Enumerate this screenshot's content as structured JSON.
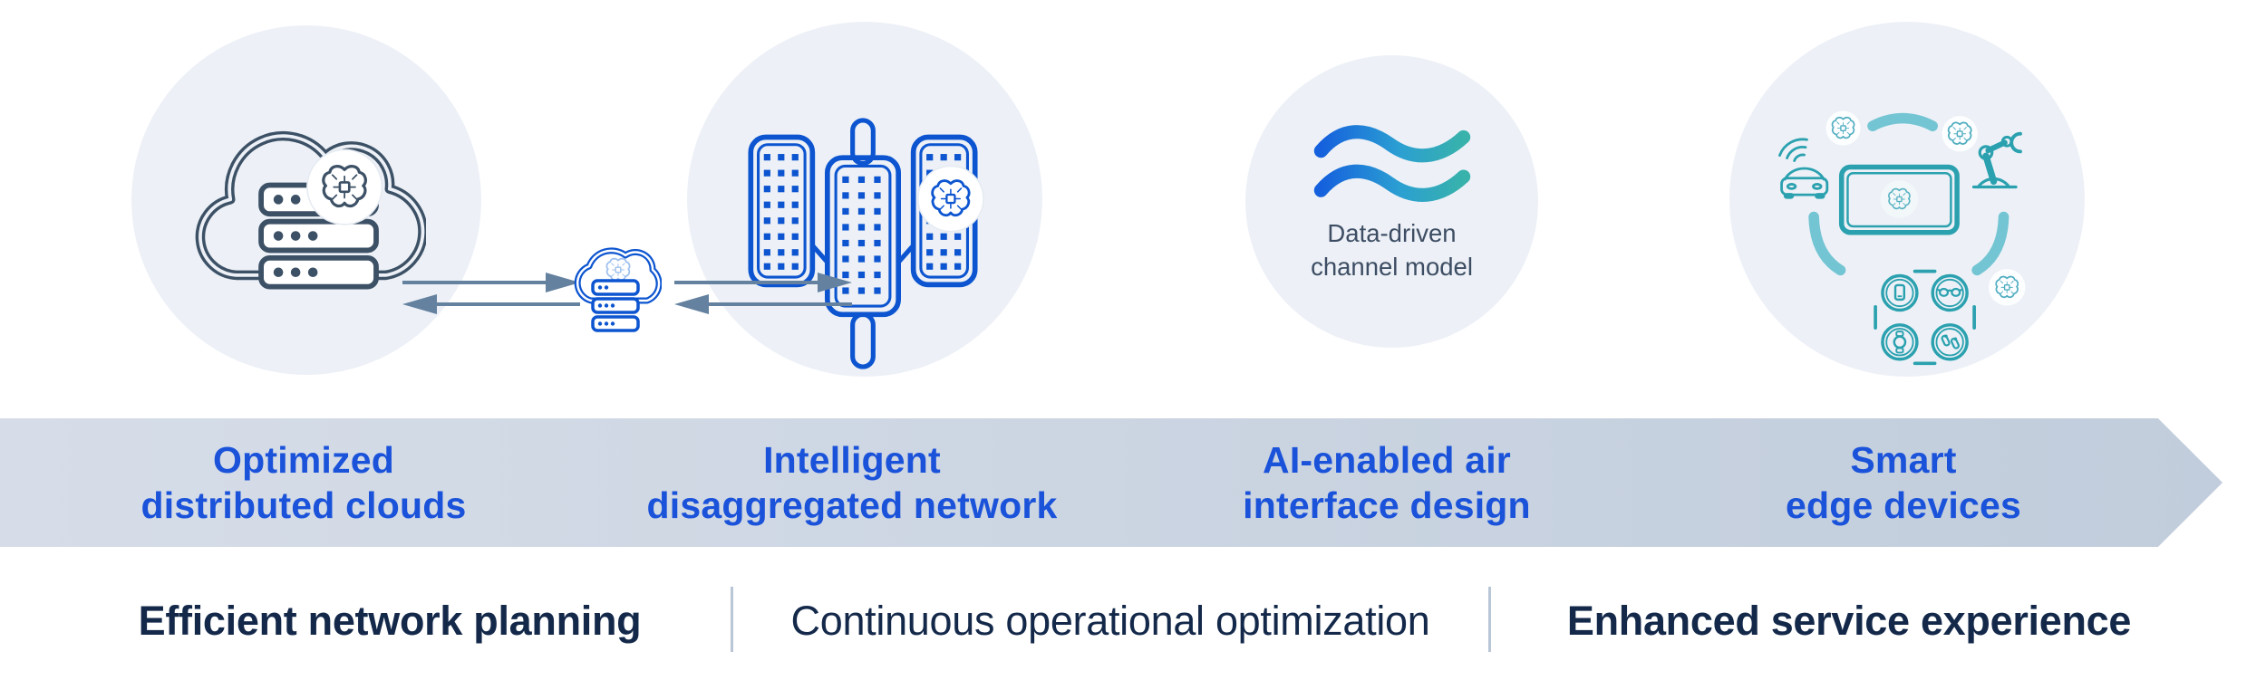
{
  "diagram": {
    "stages": [
      {
        "id": "optimized-distributed-clouds",
        "label": "Optimized\ndistributed clouds",
        "icon": "cloud-servers-ai-icon"
      },
      {
        "id": "intelligent-disaggregated-network",
        "label": "Intelligent\ndisaggregated network",
        "icon": "disaggregated-antenna-ai-icon"
      },
      {
        "id": "ai-enabled-air-interface-design",
        "label": "AI-enabled air\ninterface design",
        "icon": "gradient-waves-icon",
        "bubble_caption": "Data-driven\nchannel model"
      },
      {
        "id": "smart-edge-devices",
        "label": "Smart\nedge devices",
        "icon": "smart-edge-devices-icon"
      }
    ],
    "connector": {
      "icon": "edge-cloud-servers-ai-icon",
      "arrows": "bidirectional-left-right"
    },
    "benefits": [
      {
        "label": "Efficient network planning"
      },
      {
        "label": "Continuous operational optimization"
      },
      {
        "label": "Enhanced service experience"
      }
    ],
    "colors": {
      "bubble_fill": "#edf1f7",
      "band_start": "#d6dde8",
      "band_end": "#c1cddc",
      "band_text": "#1a52da",
      "benefit_text": "#14294a",
      "icon_navy": "#3d5166",
      "icon_blue": "#0d55d0",
      "icon_teal": "#2ba1af",
      "arc_teal": "#74c5d3",
      "badge_brain_teal": "#4fadc0",
      "arrow_gray": "#64819f",
      "caption_slate": "#3d4d63",
      "divider": "#b9c6d6",
      "wave_gradient_start": "#1560dd",
      "wave_gradient_mid": "#2b9fd2",
      "wave_gradient_end": "#38b2ab"
    }
  }
}
